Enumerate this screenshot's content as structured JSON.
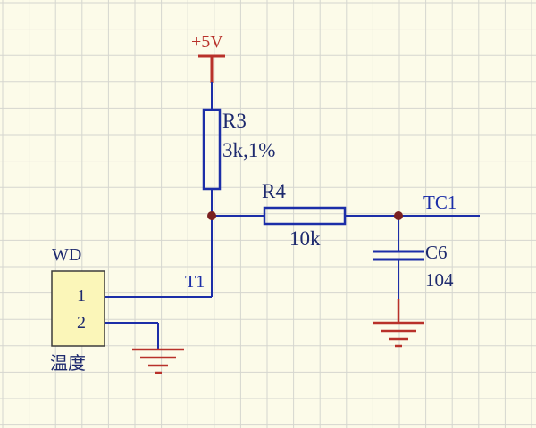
{
  "power": {
    "label": "+5V"
  },
  "r3": {
    "designator": "R3",
    "value": "3k,1%"
  },
  "r4": {
    "designator": "R4",
    "value": "10k"
  },
  "c6": {
    "designator": "C6",
    "value": "104"
  },
  "net_tc1": {
    "label": "TC1"
  },
  "net_t1": {
    "label": "T1"
  },
  "connector": {
    "designator": "WD",
    "pin1": "1",
    "pin2": "2",
    "caption": "温度"
  },
  "colors": {
    "background": "#fcfbe9",
    "grid": "#d5d6cf",
    "wire": "#1c2ea8",
    "component": "#1c2ea8",
    "junction": "#7a2020",
    "power": "#b8312a",
    "connector_fill": "#fbf6b9"
  }
}
